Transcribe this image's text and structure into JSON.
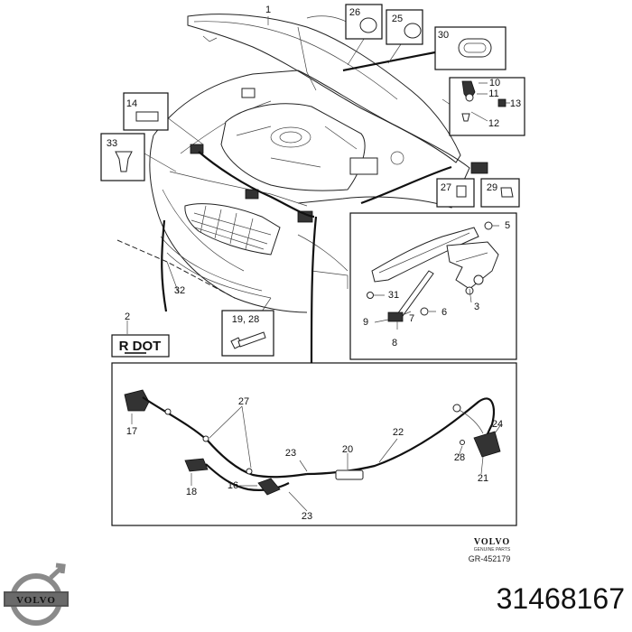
{
  "callouts": [
    {
      "id": "c1",
      "text": "1"
    },
    {
      "id": "c2",
      "text": "2"
    },
    {
      "id": "c3",
      "text": "3"
    },
    {
      "id": "c5",
      "text": "5"
    },
    {
      "id": "c6",
      "text": "6"
    },
    {
      "id": "c7",
      "text": "7"
    },
    {
      "id": "c8",
      "text": "8"
    },
    {
      "id": "c9",
      "text": "9"
    },
    {
      "id": "c10",
      "text": "10"
    },
    {
      "id": "c11",
      "text": "11"
    },
    {
      "id": "c12",
      "text": "12"
    },
    {
      "id": "c13",
      "text": "13"
    },
    {
      "id": "c14",
      "text": "14"
    },
    {
      "id": "c16",
      "text": "16"
    },
    {
      "id": "c17",
      "text": "17"
    },
    {
      "id": "c18",
      "text": "18"
    },
    {
      "id": "c20",
      "text": "20"
    },
    {
      "id": "c21",
      "text": "21"
    },
    {
      "id": "c22",
      "text": "22"
    },
    {
      "id": "c23a",
      "text": "23"
    },
    {
      "id": "c23b",
      "text": "23"
    },
    {
      "id": "c24",
      "text": "24"
    },
    {
      "id": "c25",
      "text": "25"
    },
    {
      "id": "c26",
      "text": "26"
    },
    {
      "id": "c27a",
      "text": "27"
    },
    {
      "id": "c27b",
      "text": "27"
    },
    {
      "id": "c28",
      "text": "28"
    },
    {
      "id": "c29",
      "text": "29"
    },
    {
      "id": "c30",
      "text": "30"
    },
    {
      "id": "c31",
      "text": "31"
    },
    {
      "id": "c32",
      "text": "32"
    },
    {
      "id": "c33",
      "text": "33"
    },
    {
      "id": "c1928",
      "text": "19, 28"
    }
  ],
  "decal_text": "R DOT",
  "brand_line1": "VOLVO",
  "brand_line2": "GENUINE PARTS",
  "drawing_number": "GR-452179",
  "logo_text": "VOLVO",
  "part_number": "31468167"
}
